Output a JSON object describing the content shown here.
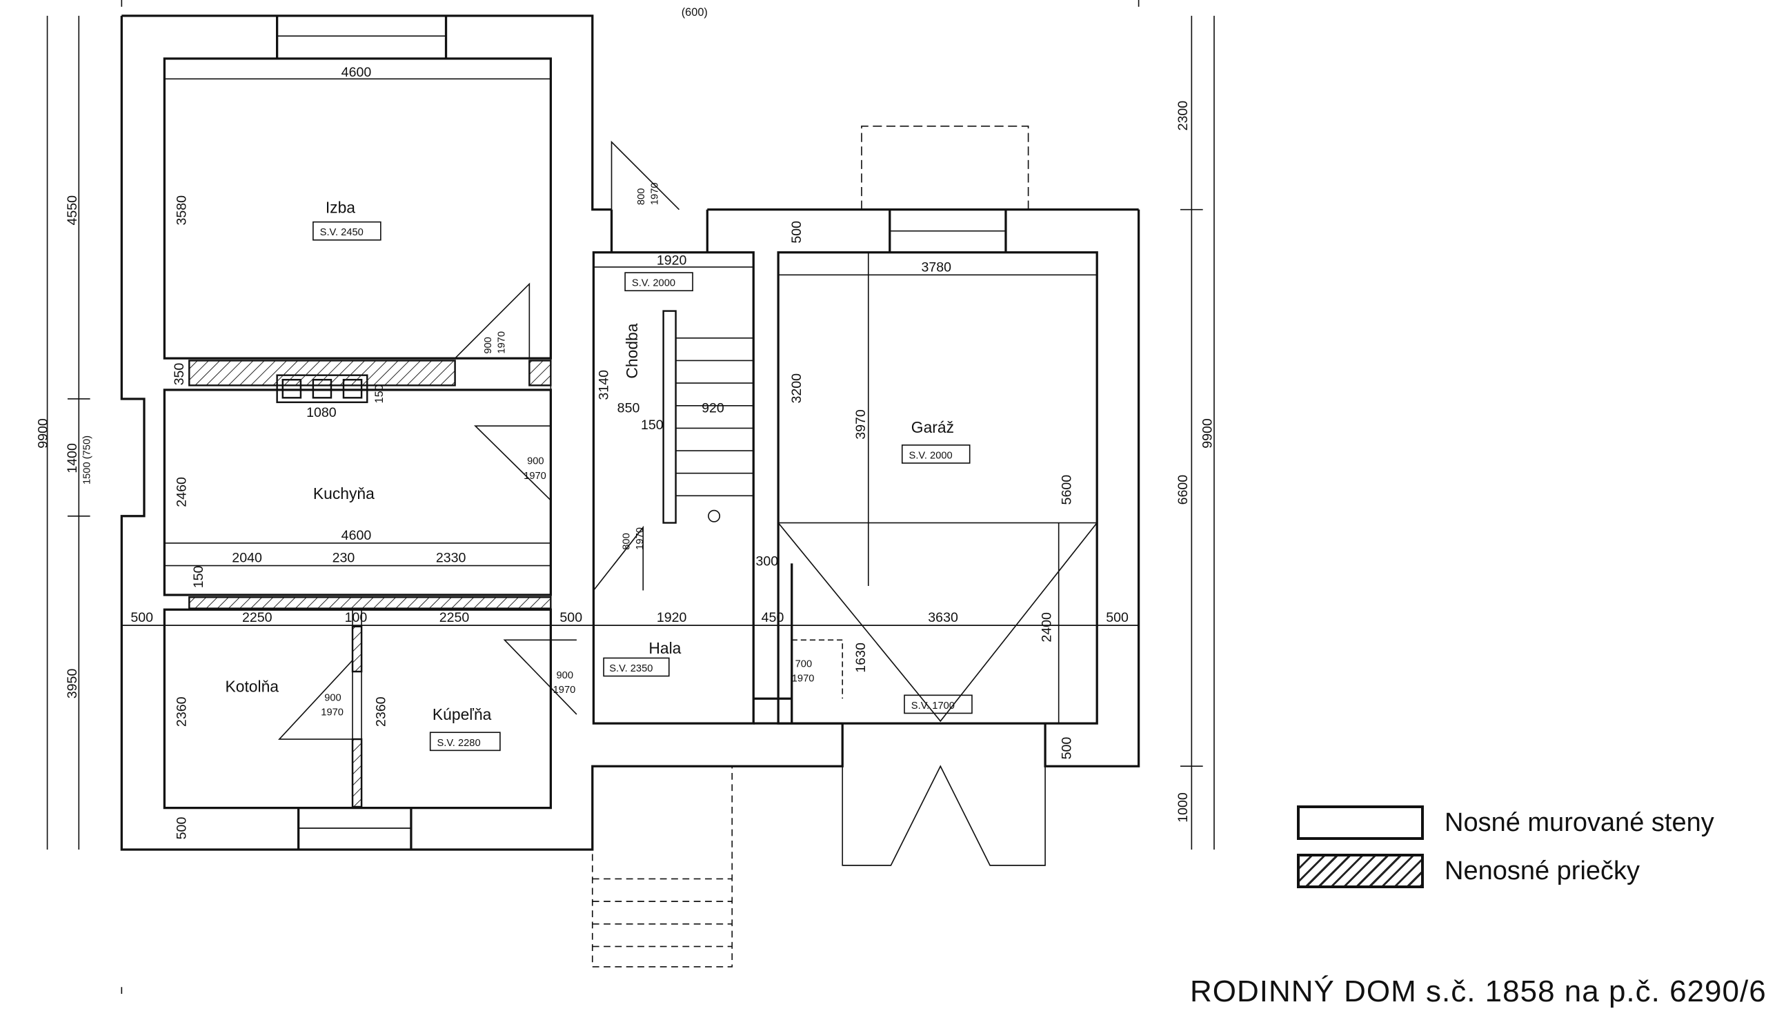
{
  "rooms": {
    "izba": {
      "name": "Izba",
      "height": "S.V. 2450"
    },
    "chodba": {
      "name": "Chodba",
      "height": "S.V. 2000"
    },
    "garaz": {
      "name": "Garáž",
      "height": "S.V. 2000"
    },
    "kuchyna": {
      "name": "Kuchyňa"
    },
    "hala": {
      "name": "Hala",
      "height": "S.V. 2350"
    },
    "kotolna": {
      "name": "Kotolňa"
    },
    "kupelna": {
      "name": "Kúpeľňa",
      "height": "S.V. 2280"
    },
    "garaz_lower": {
      "height": "S.V. 1700"
    }
  },
  "dimensions": {
    "top_partial_1": "(600)",
    "izba_width": "4600",
    "izba_depth": "3580",
    "left_total": "9900",
    "left_upper": "4550",
    "left_mid": "1400",
    "left_mid_alt": "1500 (750)",
    "left_lower": "3950",
    "wall_350": "350",
    "chimney_width": "1080",
    "chimney_150": "150",
    "kitchen_depth": "2460",
    "kitchen_width": "4600",
    "k_2040": "2040",
    "k_230": "230",
    "k_2330": "2330",
    "k_150": "150",
    "row_500a": "500",
    "row_2250a": "2250",
    "row_100": "100",
    "row_2250b": "2250",
    "row_500b": "500",
    "row_1920": "1920",
    "row_450": "450",
    "row_3630": "3630",
    "row_500c": "500",
    "kotolna_depth": "2360",
    "kupelna_depth": "2360",
    "bottom_500": "500",
    "chodba_width": "1920",
    "chodba_depth": "3140",
    "stair_850": "850",
    "stair_920": "920",
    "stair_150": "150",
    "garage_top_500": "500",
    "garage_width": "3780",
    "garage_3200": "3200",
    "garage_3970": "3970",
    "garage_5600": "5600",
    "garage_300": "300",
    "garage_1630": "1630",
    "garage_2400": "2400",
    "garage_bottom_500": "500",
    "right_2300": "2300",
    "right_9900": "9900",
    "right_6600": "6600",
    "right_1000": "1000"
  },
  "doors": {
    "d1_w": "900",
    "d1_h": "1970",
    "d2_w": "800",
    "d2_h": "1970",
    "d3_w": "900",
    "d3_h": "1970",
    "d4_w": "800",
    "d4_h": "1970",
    "d5_w": "900",
    "d5_h": "1970",
    "d6_w": "900",
    "d6_h": "1970",
    "d7_w": "700",
    "d7_h": "1970"
  },
  "legend": {
    "load_bearing": "Nosné murované steny",
    "partitions": "Nenosné priečky"
  },
  "title": "RODINNÝ DOM s.č. 1858 na p.č. 6290/6"
}
